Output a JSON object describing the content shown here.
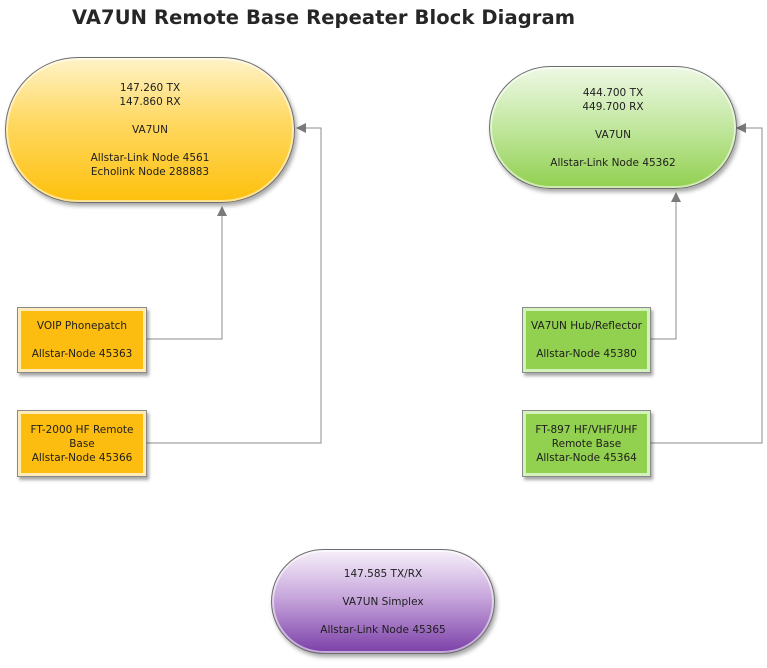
{
  "title": "VA7UN Remote Base Repeater Block Diagram",
  "nodes": {
    "vhf_repeater": {
      "lines": [
        "147.260 TX",
        "147.860 RX",
        "",
        "VA7UN",
        "",
        "Allstar-Link Node 4561",
        "Echolink Node 288883"
      ],
      "color": "#fdc00c"
    },
    "uhf_repeater": {
      "lines": [
        "444.700 TX",
        "449.700 RX",
        "",
        "VA7UN",
        "",
        "Allstar-Link Node 45362"
      ],
      "color": "#92d050"
    },
    "voip_phonepatch": {
      "lines": [
        "VOIP Phonepatch",
        "",
        "Allstar-Node 45363"
      ],
      "color": "#fdbd10"
    },
    "ft2000_remote": {
      "lines": [
        "FT-2000 HF Remote",
        "Base",
        "Allstar-Node 45366"
      ],
      "color": "#fdbd10"
    },
    "hub_reflector": {
      "lines": [
        "VA7UN Hub/Reflector",
        "",
        "Allstar-Node 45380"
      ],
      "color": "#92d050"
    },
    "ft897_remote": {
      "lines": [
        "FT-897 HF/VHF/UHF",
        "Remote Base",
        "Allstar-Node 45364"
      ],
      "color": "#92d050"
    },
    "simplex": {
      "lines": [
        "147.585 TX/RX",
        "",
        "VA7UN Simplex",
        "",
        "Allstar-Link Node 45365"
      ],
      "color": "#7b3fa8"
    }
  },
  "connections": [
    {
      "from": "voip_phonepatch",
      "to": "vhf_repeater"
    },
    {
      "from": "ft2000_remote",
      "to": "vhf_repeater"
    },
    {
      "from": "hub_reflector",
      "to": "uhf_repeater"
    },
    {
      "from": "ft897_remote",
      "to": "uhf_repeater"
    }
  ],
  "connector_color": "#808080"
}
